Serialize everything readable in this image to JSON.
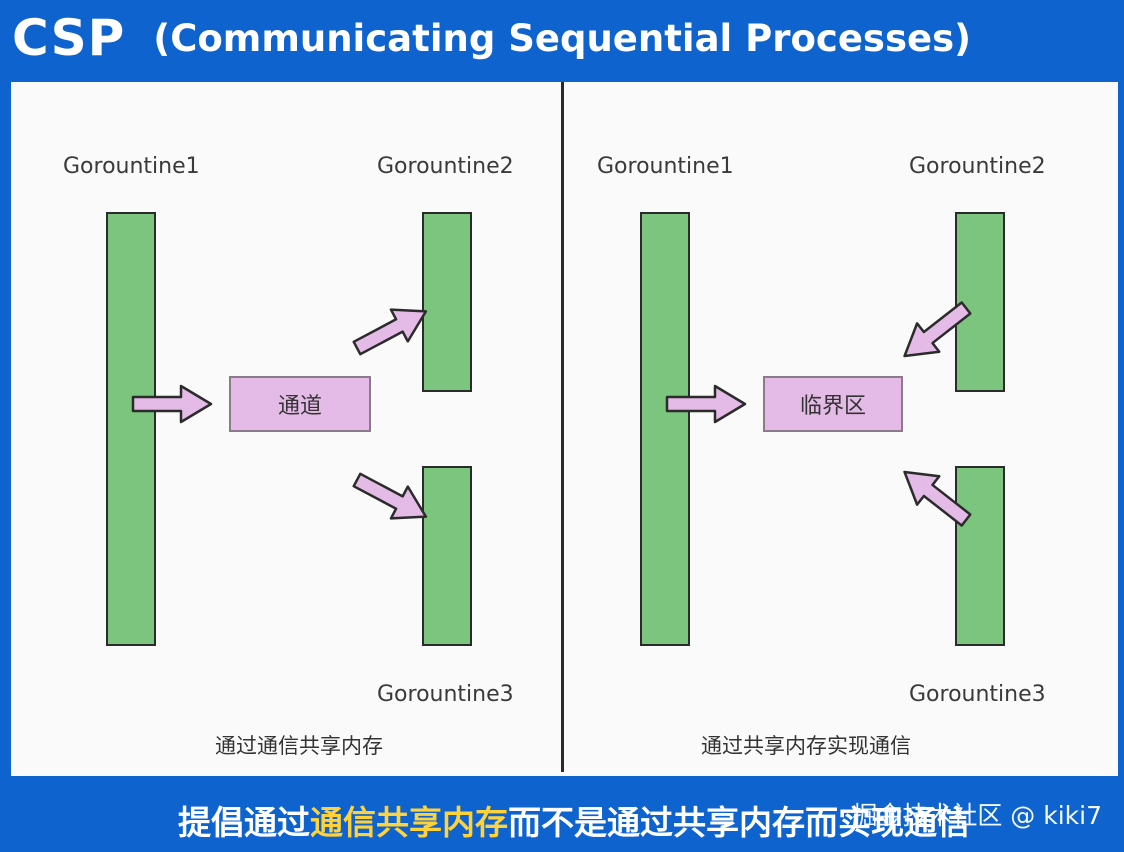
{
  "title": {
    "main": "CSP",
    "sub": "(Communicating Sequential Processes)"
  },
  "left_diagram": {
    "goroutine1": "Gorountine1",
    "goroutine2": "Gorountine2",
    "goroutine3": "Gorountine3",
    "center_box": "通道",
    "caption": "通过通信共享内存"
  },
  "right_diagram": {
    "goroutine1": "Gorountine1",
    "goroutine2": "Gorountine2",
    "goroutine3": "Gorountine3",
    "center_box": "临界区",
    "caption": "通过共享内存实现通信"
  },
  "slogan": {
    "part1": "提倡通过",
    "highlight": "通信共享内存",
    "part2": "而不是通过共享内存而实现通信"
  },
  "watermark": "掘金技术社区 @ kiki7",
  "colors": {
    "background": "#0f63cf",
    "bar": "#7cc57f",
    "box": "#e4bbe6",
    "highlight": "#ffd23a"
  }
}
